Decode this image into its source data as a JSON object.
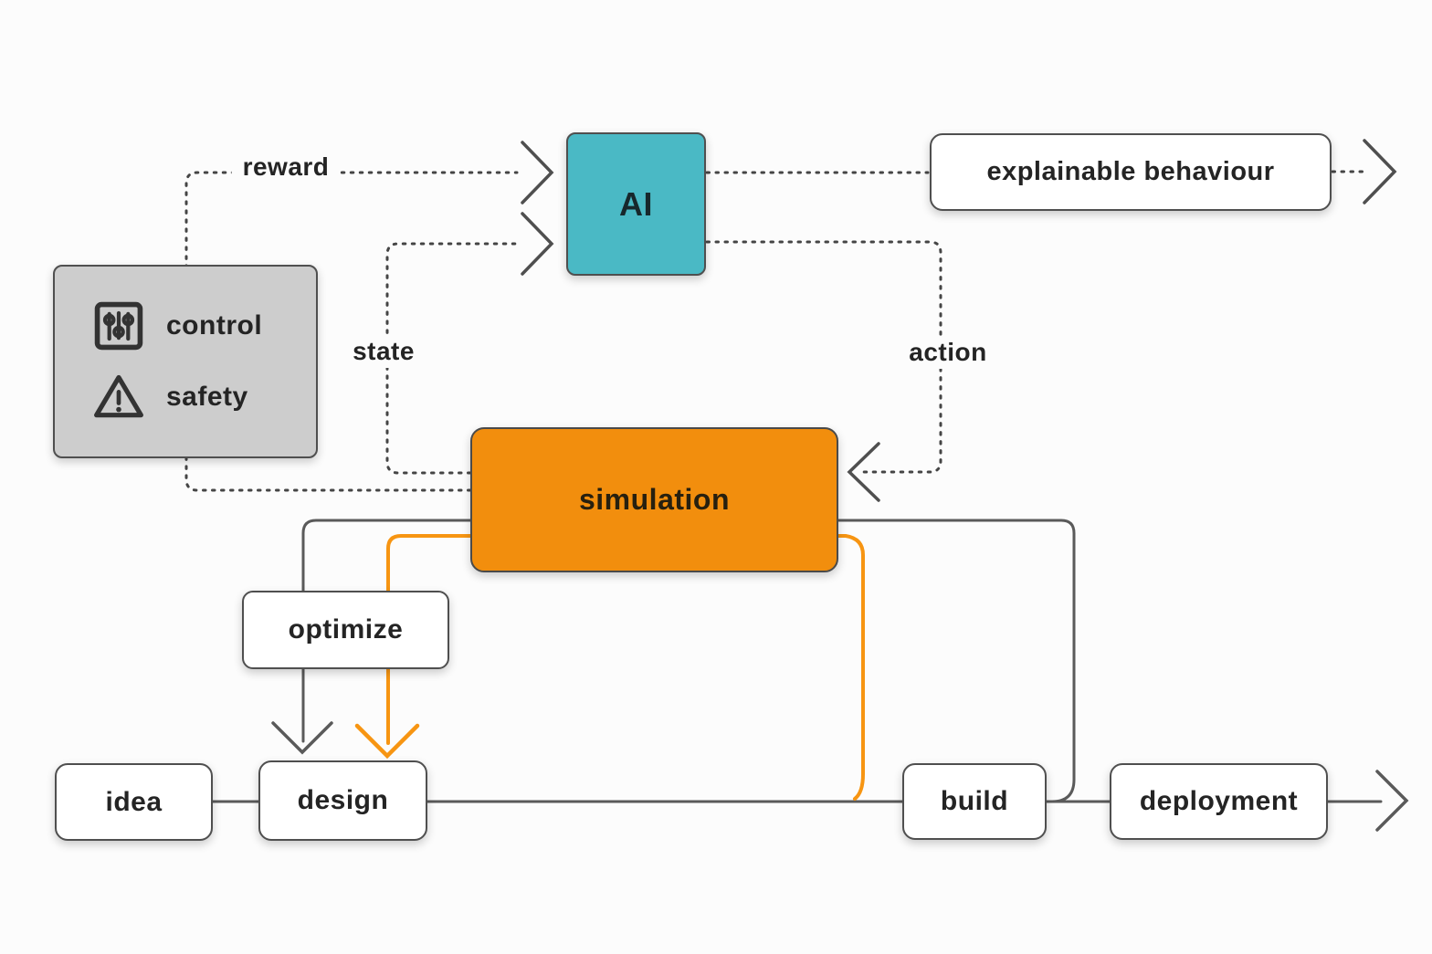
{
  "title": "AI simulation workflow diagram",
  "colors": {
    "background": "#fcfcfc",
    "ai_teal": "#4ab9c5",
    "simulation_orange": "#f28e0d",
    "orange_wire": "#f79512",
    "panel_gray": "#cdcdcd",
    "wire_gray": "#4f4f4f",
    "text": "#242424"
  },
  "nodes": {
    "ai": {
      "label": "AI"
    },
    "explainable": {
      "label": "explainable behaviour"
    },
    "control_safety": {
      "items": [
        {
          "icon": "sliders-icon",
          "label": "control"
        },
        {
          "icon": "warning-icon",
          "label": "safety"
        }
      ]
    },
    "simulation": {
      "label": "simulation"
    },
    "optimize": {
      "label": "optimize"
    },
    "idea": {
      "label": "idea"
    },
    "design": {
      "label": "design"
    },
    "build": {
      "label": "build"
    },
    "deployment": {
      "label": "deployment"
    }
  },
  "edge_labels": {
    "reward": "reward",
    "state": "state",
    "action": "action"
  },
  "edges": [
    {
      "from": "simulation",
      "to": "ai",
      "label": "reward",
      "style": "dotted"
    },
    {
      "from": "simulation",
      "to": "ai",
      "label": "state",
      "style": "dotted"
    },
    {
      "from": "ai",
      "to": "explainable",
      "style": "dotted"
    },
    {
      "from": "explainable",
      "to": "out",
      "style": "dotted"
    },
    {
      "from": "ai",
      "to": "simulation",
      "label": "action",
      "style": "dotted"
    },
    {
      "from": "simulation",
      "to": "design",
      "style": "solid-gray"
    },
    {
      "from": "simulation",
      "to": "design",
      "style": "solid-orange"
    },
    {
      "from": "simulation",
      "to": "build-loop",
      "style": "solid-gray"
    },
    {
      "from": "optimize",
      "to": "design",
      "style": "solid"
    },
    {
      "from": "idea",
      "to": "design",
      "style": "solid"
    },
    {
      "from": "design",
      "to": "build",
      "style": "solid"
    },
    {
      "from": "build",
      "to": "deployment",
      "style": "solid"
    },
    {
      "from": "deployment",
      "to": "out",
      "style": "solid"
    }
  ]
}
